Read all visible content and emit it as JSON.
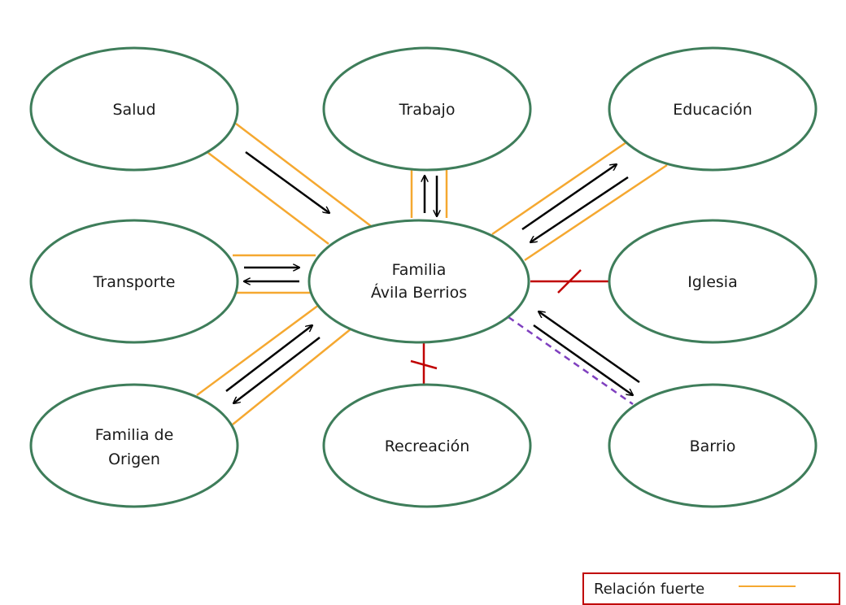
{
  "nodes": {
    "center": {
      "line1": "Familia",
      "line2": "Ávila Berrios"
    },
    "salud": "Salud",
    "trabajo": "Trabajo",
    "educacion": "Educación",
    "transporte": "Transporte",
    "iglesia": "Iglesia",
    "origen": {
      "line1": "Familia de",
      "line2": "Origen"
    },
    "recreacion": "Recreación",
    "barrio": "Barrio"
  },
  "relations": [
    {
      "from": "Salud",
      "type": "fuerte",
      "flow": "hacia familia"
    },
    {
      "from": "Trabajo",
      "type": "fuerte",
      "flow": "bidireccional"
    },
    {
      "from": "Educación",
      "type": "fuerte",
      "flow": "bidireccional"
    },
    {
      "from": "Transporte",
      "type": "fuerte",
      "flow": "bidireccional"
    },
    {
      "from": "Iglesia",
      "type": "conflictiva",
      "flow": "ninguno"
    },
    {
      "from": "Familia de Origen",
      "type": "fuerte",
      "flow": "bidireccional"
    },
    {
      "from": "Recreación",
      "type": "conflictiva",
      "flow": "ninguno"
    },
    {
      "from": "Barrio",
      "type": "débil",
      "flow": "bidireccional"
    }
  ],
  "legend": {
    "label": "Relación fuerte"
  },
  "colors": {
    "node_stroke": "#3e7d5a",
    "strong": "#f5a830",
    "conflict": "#c00000",
    "weak": "#7f3fbf",
    "arrow": "#000000"
  }
}
